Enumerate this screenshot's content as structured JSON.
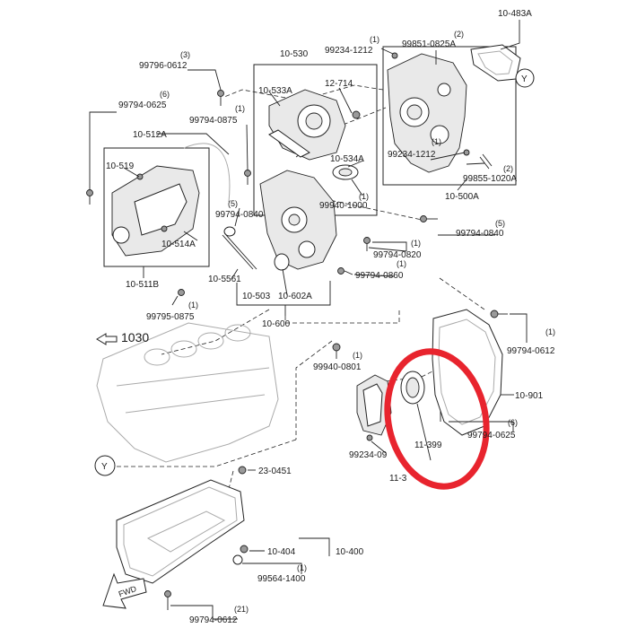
{
  "highlight_color": "#e8242e",
  "labels": {
    "p10_483A": "10-483A",
    "p99234_1212_top": "99234-1212",
    "p99234_1212_top_qty": "(1)",
    "p99851_0825A": "99851-0825A",
    "p99851_0825A_qty": "(2)",
    "pY_top": "Y",
    "p10_530": "10-530",
    "p99796_0612": "99796-0612",
    "p99796_0612_qty": "(3)",
    "p99794_0625_left": "99794-0625",
    "p99794_0625_left_qty": "(6)",
    "p10_533A": "10-533A",
    "p12_714": "12-714",
    "p99794_0875": "99794-0875",
    "p99794_0875_qty": "(1)",
    "p10_512A": "10-512A",
    "p10_519": "10-519",
    "p10_534A": "10-534A",
    "p99234_1212_mid": "99234-1212",
    "p99234_1212_mid_qty": "(1)",
    "p99855_1020A": "99855-1020A",
    "p99855_1020A_qty": "(2)",
    "p10_500A": "10-500A",
    "p99940_1000": "99940-1000",
    "p99940_1000_qty": "(1)",
    "p99794_0840_left": "99794-0840",
    "p99794_0840_left_qty": "(5)",
    "p99794_0840_right": "99794-0840",
    "p99794_0840_right_qty": "(5)",
    "p10_514A": "10-514A",
    "p99794_0820": "99794-0820",
    "p99794_0820_qty": "(1)",
    "p99794_0860": "99794-0860",
    "p99794_0860_qty": "(1)",
    "p10_5561": "10-5561",
    "p10_511B": "10-511B",
    "p10_503": "10-503",
    "p10_602A": "10-602A",
    "p99795_0875": "99795-0875",
    "p99795_0875_qty": "(1)",
    "p10_600": "10-600",
    "p1030": "1030",
    "p99794_0612_right": "99794-0612",
    "p99794_0612_right_qty": "(1)",
    "p99940_0801": "99940-0801",
    "p99940_0801_qty": "(1)",
    "p10_901": "10-901",
    "p99794_0625_right": "99794-0625",
    "p99794_0625_right_qty": "(6)",
    "p11_399": "11-399",
    "p99234_09": "99234-09",
    "p11_3": "11-3",
    "pY_bottom": "Y",
    "p23_0451": "23-0451",
    "p10_404": "10-404",
    "p10_400": "10-400",
    "p99564_1400": "99564-1400",
    "p99564_1400_qty": "(1)",
    "pFWD": "FWD",
    "p99794_0612_bottom": "99794-0612",
    "p99794_0612_bottom_qty": "(21)"
  }
}
